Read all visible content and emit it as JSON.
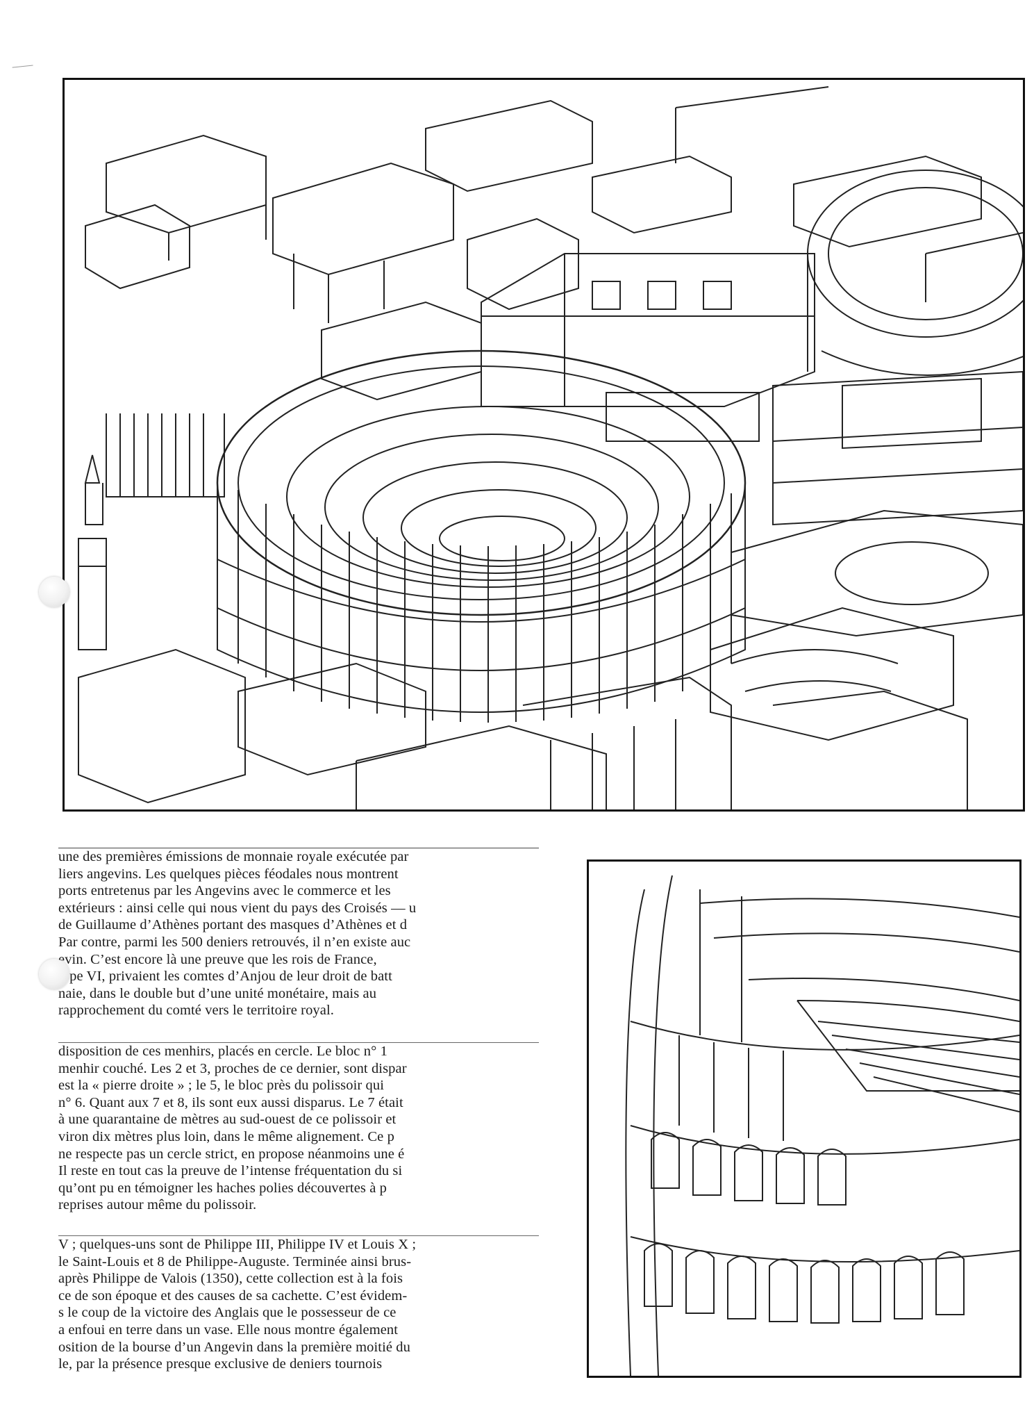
{
  "text_clippings": [
    {
      "lines": [
        "une des premières émissions de monnaie royale exécutée par",
        "liers angevins. Les quelques pièces féodales nous montrent",
        "ports entretenus par les Angevins avec le commerce et les",
        "extérieurs : ainsi celle qui nous vient du pays des Croisés — u",
        "de Guillaume d’Athènes portant des masques d’Athènes et d",
        "Par contre, parmi les 500 deniers retrouvés, il n’en existe auc",
        "evin. C’est encore là une preuve que les rois de France,",
        "ippe VI, privaient les comtes d’Anjou de leur droit de batt",
        "naie, dans le double but d’une unité monétaire, mais au",
        "rapprochement du comté vers le territoire royal."
      ]
    },
    {
      "lines": [
        "disposition de ces menhirs, placés en cercle. Le bloc n° 1",
        "menhir couché. Les 2 et 3, proches de ce dernier, sont dispar",
        "est la « pierre droite » ; le 5, le bloc près du polissoir qui",
        "n° 6. Quant aux 7 et 8, ils sont eux aussi disparus. Le 7 était",
        "à une quarantaine de mètres au sud-ouest de ce polissoir et",
        "viron dix mètres plus loin, dans le même alignement. Ce p",
        "ne respecte pas un cercle strict, en propose néanmoins une é",
        "Il reste en tout cas la preuve de l’intense fréquentation du si",
        "qu’ont pu en témoigner les haches polies découvertes à p",
        "reprises autour même du polissoir."
      ]
    },
    {
      "lines": [
        "V ; quelques-uns sont de Philippe III, Philippe IV et Louis X ;",
        "le Saint-Louis et 8 de Philippe-Auguste. Terminée ainsi brus-",
        "après Philippe de Valois (1350), cette collection est à la fois",
        "ce de son époque et des causes de sa cachette. C’est évidem-",
        "s le coup de la victoire des Anglais que le possesseur de ce",
        "a enfoui en terre dans un vase. Elle nous montre également",
        "osition de la bourse d’un Angevin dans la première moitié du",
        "le, par la présence presque exclusive de deniers tournois"
      ]
    }
  ]
}
